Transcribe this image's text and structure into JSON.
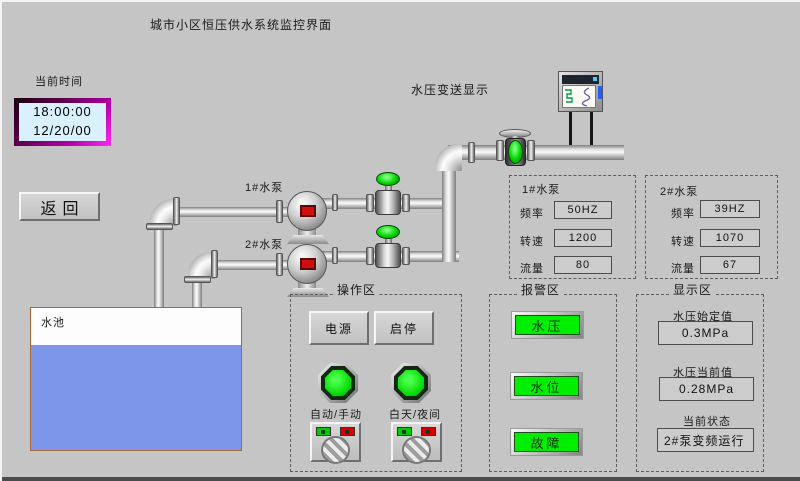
{
  "window": {
    "title": "城市小区恒压供水系统监控界面"
  },
  "clock": {
    "label": "当前时间",
    "time": "18:00:00",
    "date": "12/20/00"
  },
  "nav": {
    "back": "返回"
  },
  "diagram": {
    "transmitter_label": "水压变送显示",
    "pump1_label": "1#水泵",
    "pump2_label": "2#水泵",
    "tank_label": "水池"
  },
  "pump_panels": [
    {
      "title": "1#水泵",
      "rows": [
        {
          "label": "频率",
          "value": "50HZ"
        },
        {
          "label": "转速",
          "value": "1200"
        },
        {
          "label": "流量",
          "value": "80"
        }
      ]
    },
    {
      "title": "2#水泵",
      "rows": [
        {
          "label": "频率",
          "value": "39HZ"
        },
        {
          "label": "转速",
          "value": "1070"
        },
        {
          "label": "流量",
          "value": "67"
        }
      ]
    }
  ],
  "operation": {
    "title": "操作区",
    "power_button": "电源",
    "startstop_button": "启停",
    "switch1_label": "自动/手动",
    "switch2_label": "白天/夜间"
  },
  "alarm": {
    "title": "报警区",
    "indicators": [
      "水压",
      "水位",
      "故障"
    ]
  },
  "display": {
    "title": "显示区",
    "fields": [
      {
        "label": "水压始定值",
        "value": "0.3MPa"
      },
      {
        "label": "水压当前值",
        "value": "0.28MPa"
      },
      {
        "label": "当前状态",
        "value": "2#泵变频运行"
      }
    ]
  },
  "colors": {
    "background": "#c5c5c5",
    "indicator_green": "#00ee00",
    "valve_green": "#00d400",
    "water_blue": "#7e96ea",
    "clock_bg": "#d9f0fe",
    "clock_border_magenta": "#ff2bf2",
    "pump_status_red": "#cf1010"
  }
}
